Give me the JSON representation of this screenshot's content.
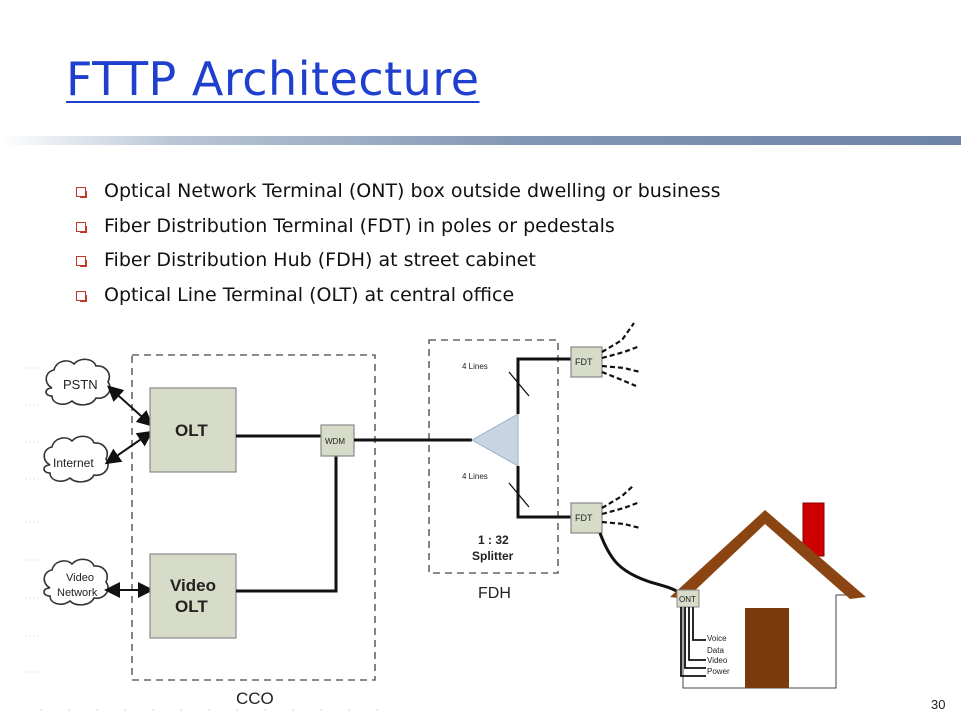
{
  "slide": {
    "title": "FTTP Architecture",
    "bullets": [
      "Optical Network Terminal (ONT) box outside dwelling or business",
      "Fiber Distribution Terminal (FDT) in poles or pedestals",
      "Fiber Distribution Hub (FDH) at street cabinet",
      "Optical Line Terminal (OLT) at central office"
    ],
    "page_number": "30"
  },
  "diagram": {
    "clouds": {
      "pstn": "PSTN",
      "internet": "Internet",
      "video_network_line1": "Video",
      "video_network_line2": "Network"
    },
    "cco_label": "CCO",
    "olt_label": "OLT",
    "video_olt_line1": "Video",
    "video_olt_line2": "OLT",
    "wdm_label": "WDM",
    "fdh_label": "FDH",
    "splitter_line1": "1 : 32",
    "splitter_line2": "Splitter",
    "lines_top": "4 Lines",
    "lines_bottom": "4 Lines",
    "fdt_top": "FDT",
    "fdt_bottom": "FDT",
    "ont_label": "ONT",
    "services": [
      "Voice",
      "Data",
      "Video",
      "Power"
    ]
  },
  "colors": {
    "title": "#1f3fcf",
    "box_fill": "#d6dcc8",
    "roof": "#8b4513",
    "door": "#7a3b0c",
    "chimney": "#cc0000",
    "splitter": "#c8d4e4"
  }
}
